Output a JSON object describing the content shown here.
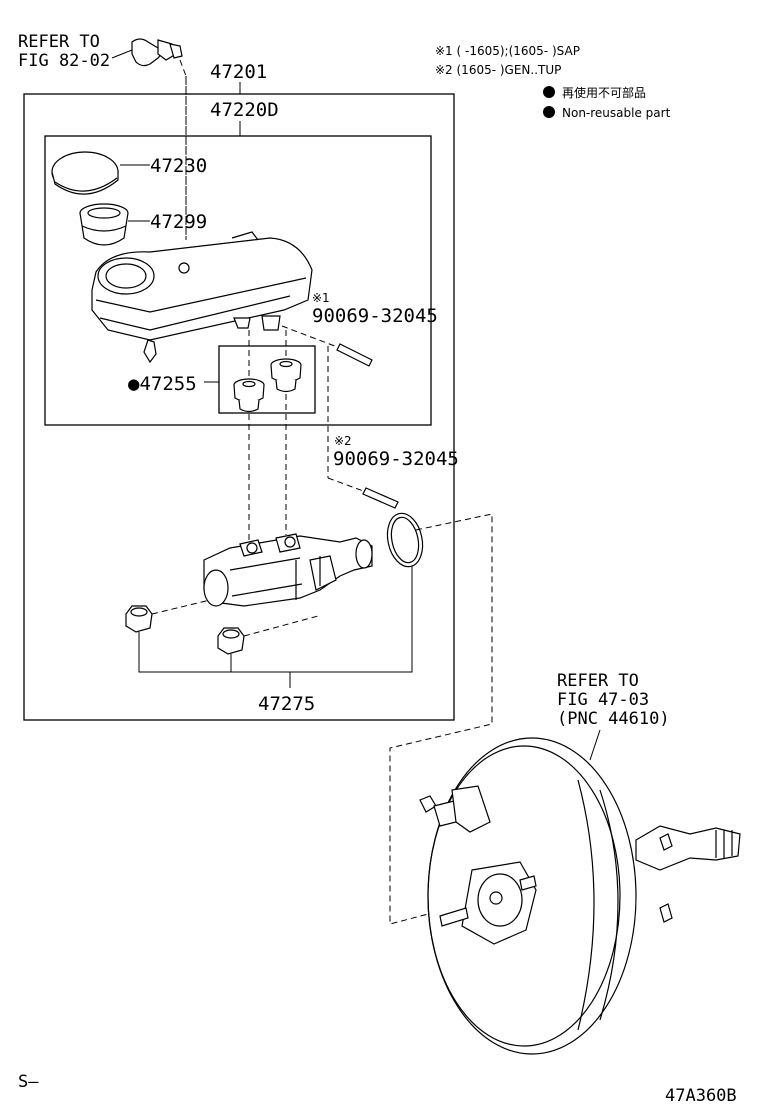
{
  "labels": {
    "refer_fig82_line1": "REFER TO",
    "refer_fig82_line2": "FIG 82-02",
    "assembly_top": "47201",
    "assembly_sub": "47220D",
    "p47230": "47230",
    "p47299": "47299",
    "note_mark_1": "※1",
    "pin_1": "90069-32045",
    "p47255": "●47255",
    "note_mark_2": "※2",
    "pin_2": "90069-32045",
    "p47275": "47275",
    "refer_fig47_line1": "REFER TO",
    "refer_fig47_line2": "FIG 47-03",
    "refer_fig47_line3": "(PNC 44610)",
    "footer_left": "S–",
    "footer_right": "47A360B"
  },
  "legend": {
    "note1": "※1 (      -1605);(1605-       )SAP",
    "note2": "※2 (1605-      )GEN..TUP",
    "nonreusable_jp": "再使用不可部品",
    "nonreusable_en": "Non-reusable part"
  }
}
